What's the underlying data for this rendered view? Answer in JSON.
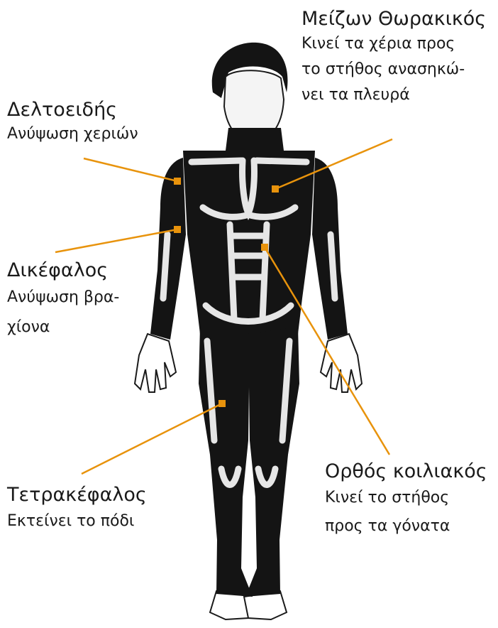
{
  "muscles": {
    "pectoralis": {
      "title": "Μείζων Θωρακικός",
      "desc": [
        "Κινεί τα χέρια προς",
        "το στήθος ανασηκώ-",
        "νει τα πλευρά"
      ]
    },
    "deltoid": {
      "title": "Δελτοειδής",
      "desc": [
        "Ανύψωση χεριών"
      ]
    },
    "biceps": {
      "title": "Δικέφαλος",
      "desc": [
        "Ανύψωση βρα-",
        "χίονα"
      ]
    },
    "quadriceps": {
      "title": "Τετρακέφαλος",
      "desc": [
        "Εκτείνει το πόδι"
      ]
    },
    "abdominis": {
      "title": "Ορθός κοιλιακός",
      "desc": [
        "Κινεί το στήθος",
        "προς τα γόνατα"
      ]
    }
  },
  "colors": {
    "leader_line": "#e8930c",
    "muscle": "#141414",
    "tendon": "#e6e6e6",
    "outline": "#1a1a1a"
  }
}
